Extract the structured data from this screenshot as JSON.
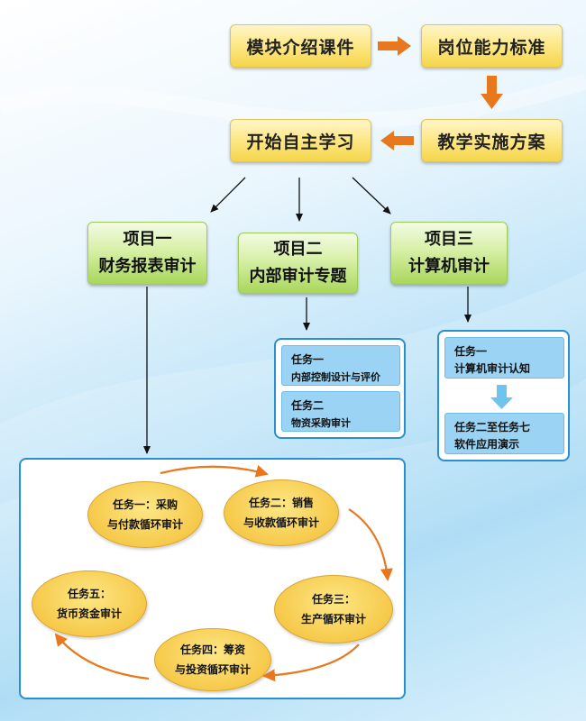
{
  "top_flow": {
    "intro_courseware": "模块介绍课件",
    "job_standard": "岗位能力标准",
    "teaching_plan": "教学实施方案",
    "start_self_study": "开始自主学习"
  },
  "projects": [
    {
      "line1": "项目一",
      "line2": "财务报表审计"
    },
    {
      "line1": "项目二",
      "line2": "内部审计专题"
    },
    {
      "line1": "项目三",
      "line2": "计算机审计"
    }
  ],
  "project2_tasks": [
    {
      "line1": "任务一",
      "line2": "内部控制设计与评价"
    },
    {
      "line1": "任务二",
      "line2": "物资采购审计"
    }
  ],
  "project3_tasks": [
    {
      "line1": "任务一",
      "line2": "计算机审计认知"
    },
    {
      "line1": "任务二至任务七",
      "line2": "软件应用演示"
    }
  ],
  "cycle_tasks": [
    {
      "line1": "任务一：采购",
      "line2": "与付款循环审计"
    },
    {
      "line1": "任务二：销售",
      "line2": "与收款循环审计"
    },
    {
      "line1": "任务三：",
      "line2": "生产循环审计"
    },
    {
      "line1": "任务四：筹资",
      "line2": "与投资循环审计"
    },
    {
      "line1": "任务五：",
      "line2": "货币资金审计"
    }
  ],
  "colors": {
    "accent_orange": "#e8771e",
    "panel_border": "#2a8fd0",
    "task_fill": "#9ad3f3"
  }
}
